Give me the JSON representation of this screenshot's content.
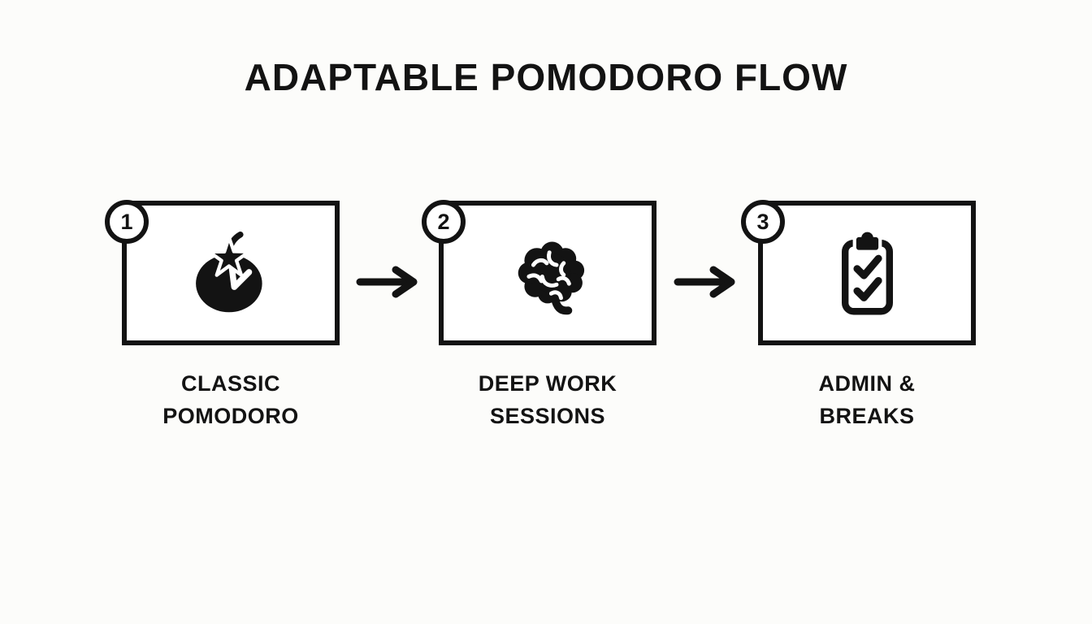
{
  "title": "ADAPTABLE POMODORO FLOW",
  "colors": {
    "ink": "#131313",
    "background": "#fcfcfa",
    "box_fill": "#ffffff"
  },
  "steps": [
    {
      "number": "1",
      "label": "CLASSIC\nPOMODORO",
      "icon": "tomato-timer-icon"
    },
    {
      "number": "2",
      "label": "DEEP WORK\nSESSIONS",
      "icon": "brain-icon"
    },
    {
      "number": "3",
      "label": "ADMIN &\nBREAKS",
      "icon": "clipboard-checklist-icon"
    }
  ],
  "connectors": [
    {
      "icon": "arrow-right-icon",
      "glyph": "→"
    },
    {
      "icon": "arrow-right-icon",
      "glyph": "→"
    }
  ]
}
